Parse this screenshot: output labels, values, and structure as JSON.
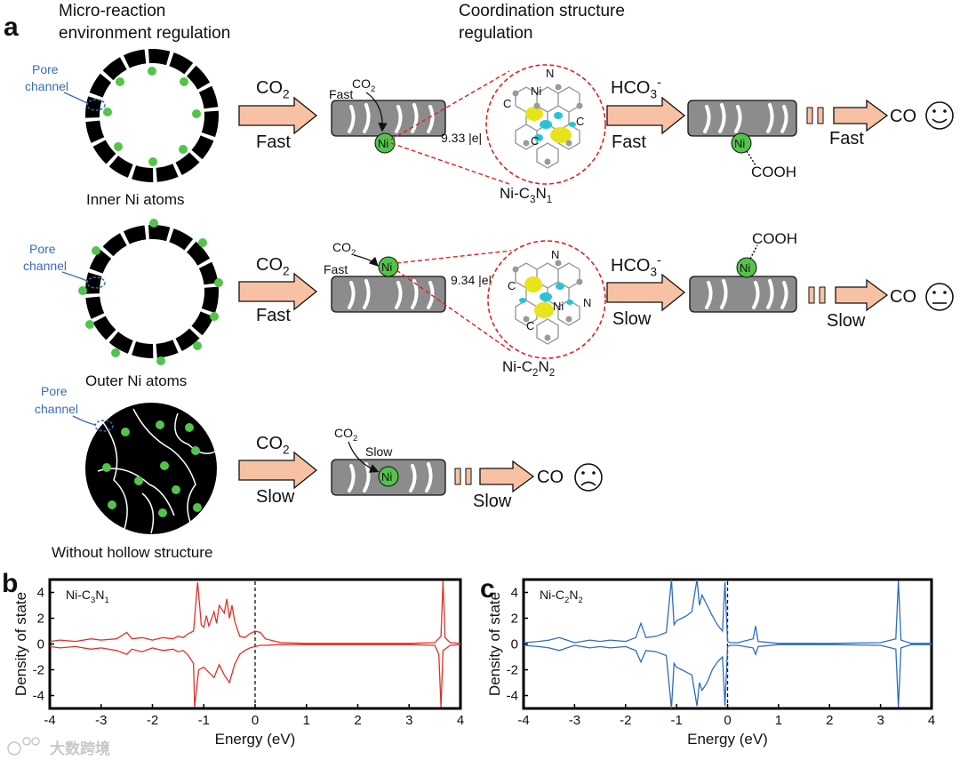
{
  "panel_a": {
    "label": "a",
    "header_left": [
      "Micro-reaction",
      "environment regulation"
    ],
    "header_right": [
      "Coordination structure",
      "regulation"
    ],
    "rows": [
      {
        "pore_label": [
          "Pore",
          "channel"
        ],
        "sphere_caption": "Inner Ni atoms",
        "arrow1_top": "CO2",
        "arrow1_bottom": "Fast",
        "rod_note_top": "CO2",
        "rod_note_side": "Fast",
        "ni_label": "Ni",
        "charge": "9.33 |e|",
        "structure_caption": "Ni-C3N1",
        "structure_atoms": [
          "N",
          "Ni",
          "C",
          "C",
          "C"
        ],
        "arrow2_top": "HCO3-",
        "arrow2_bottom": "Fast",
        "intermediate": "COOH",
        "arrow3_bottom": "Fast",
        "product": "CO",
        "face": "happy-face"
      },
      {
        "pore_label": [
          "Pore",
          "channel"
        ],
        "sphere_caption": "Outer Ni atoms",
        "arrow1_top": "CO2",
        "arrow1_bottom": "Fast",
        "rod_note_top": "CO2",
        "rod_note_side": "Fast",
        "ni_label": "Ni",
        "charge": "9.34 |e|",
        "structure_caption": "Ni-C2N2",
        "structure_atoms": [
          "N",
          "C",
          "Ni",
          "N",
          "C"
        ],
        "arrow2_top": "HCO3-",
        "arrow2_bottom": "Slow",
        "intermediate": "COOH",
        "arrow3_bottom": "Slow",
        "product": "CO",
        "face": "neutral-face"
      },
      {
        "pore_label": [
          "Pore",
          "channel"
        ],
        "sphere_caption": "Without hollow structure",
        "arrow1_top": "CO2",
        "arrow1_bottom": "Slow",
        "rod_note_top": "CO2",
        "rod_note_side": "Slow",
        "ni_label": "Ni",
        "arrow3_bottom": "Slow",
        "product": "CO",
        "face": "sad-face"
      }
    ]
  },
  "chart_data": [
    {
      "panel": "b",
      "type": "line",
      "legend": "Ni-C3N1",
      "xlabel": "Energy (eV)",
      "ylabel": "Density of state",
      "xlim": [
        -4,
        4
      ],
      "ylim": [
        -5,
        5
      ],
      "xticks": [
        -4,
        -3,
        -2,
        -1,
        0,
        1,
        2,
        3,
        4
      ],
      "yticks": [
        -4,
        -2,
        0,
        2,
        4
      ],
      "fermi_level": 0,
      "color": "#e0302a",
      "series": [
        {
          "x": [
            -4.0,
            -3.8,
            -3.5,
            -3.2,
            -3.0,
            -2.7,
            -2.5,
            -2.4,
            -2.2,
            -2.0,
            -1.8,
            -1.6,
            -1.5,
            -1.4,
            -1.3,
            -1.2,
            -1.12,
            -1.08,
            -1.05,
            -1.0,
            -0.95,
            -0.9,
            -0.8,
            -0.75,
            -0.7,
            -0.6,
            -0.55,
            -0.5,
            -0.45,
            -0.4,
            -0.3,
            -0.2,
            -0.1,
            0.0,
            0.1,
            0.2,
            0.5,
            1.0,
            2.0,
            3.0,
            3.5,
            3.62,
            3.66,
            3.7,
            3.8,
            4.0
          ],
          "y": [
            0.2,
            0.3,
            0.2,
            0.4,
            0.3,
            0.4,
            0.9,
            0.4,
            0.5,
            0.3,
            0.5,
            0.4,
            0.6,
            0.5,
            0.8,
            1.0,
            4.8,
            3.0,
            1.5,
            1.3,
            2.2,
            1.4,
            2.5,
            1.6,
            3.0,
            2.4,
            3.5,
            2.0,
            3.0,
            1.8,
            0.6,
            0.5,
            0.8,
            1.0,
            0.9,
            0.4,
            0.1,
            0.05,
            0.05,
            0.05,
            0.1,
            0.6,
            4.9,
            0.5,
            0.1,
            0.05
          ]
        },
        {
          "x": [
            -4.0,
            -3.8,
            -3.5,
            -3.2,
            -3.0,
            -2.7,
            -2.5,
            -2.4,
            -2.2,
            -2.0,
            -1.8,
            -1.6,
            -1.5,
            -1.4,
            -1.3,
            -1.2,
            -1.18,
            -1.1,
            -1.0,
            -0.9,
            -0.8,
            -0.7,
            -0.6,
            -0.5,
            -0.4,
            -0.3,
            -0.2,
            -0.1,
            0.0,
            0.1,
            0.2,
            0.5,
            1.0,
            2.0,
            3.0,
            3.5,
            3.58,
            3.62,
            3.66,
            3.8,
            4.0
          ],
          "y": [
            -0.2,
            -0.3,
            -0.2,
            -0.4,
            -0.3,
            -0.5,
            -0.8,
            -0.4,
            -0.6,
            -0.3,
            -0.5,
            -0.4,
            -0.6,
            -0.5,
            -0.9,
            -1.5,
            -4.9,
            -2.0,
            -1.8,
            -2.2,
            -2.6,
            -1.6,
            -2.4,
            -3.0,
            -1.6,
            -0.8,
            -0.5,
            -0.3,
            -0.2,
            -0.1,
            -0.1,
            -0.05,
            -0.05,
            -0.05,
            -0.05,
            -0.1,
            -0.8,
            -4.9,
            -0.5,
            -0.1,
            -0.05
          ]
        }
      ]
    },
    {
      "panel": "c",
      "type": "line",
      "legend": "Ni-C2N2",
      "xlabel": "Energy (eV)",
      "ylabel": "Density of state",
      "xlim": [
        -4,
        4
      ],
      "ylim": [
        -5,
        5
      ],
      "xticks": [
        -4,
        -3,
        -2,
        -1,
        0,
        1,
        2,
        3,
        4
      ],
      "yticks": [
        -4,
        -2,
        0,
        2,
        4
      ],
      "fermi_level": 0,
      "color": "#2f6cc0",
      "series": [
        {
          "x": [
            -4.0,
            -3.7,
            -3.5,
            -3.3,
            -3.0,
            -2.7,
            -2.5,
            -2.3,
            -2.0,
            -1.8,
            -1.7,
            -1.6,
            -1.4,
            -1.2,
            -1.1,
            -1.05,
            -1.0,
            -0.9,
            -0.8,
            -0.7,
            -0.6,
            -0.55,
            -0.5,
            -0.4,
            -0.3,
            -0.2,
            -0.1,
            -0.05,
            0.0,
            0.05,
            0.2,
            0.5,
            0.55,
            0.6,
            1.0,
            2.0,
            3.0,
            3.3,
            3.35,
            3.4,
            3.6,
            4.0
          ],
          "y": [
            0.1,
            0.2,
            0.3,
            0.5,
            0.1,
            0.3,
            0.2,
            0.3,
            0.2,
            0.5,
            1.6,
            0.5,
            0.6,
            0.9,
            5.0,
            1.5,
            1.8,
            2.0,
            2.2,
            2.5,
            5.0,
            3.0,
            3.8,
            3.0,
            2.2,
            1.5,
            1.0,
            4.8,
            0.2,
            0.1,
            0.1,
            0.4,
            1.4,
            0.2,
            0.05,
            0.05,
            0.1,
            0.4,
            4.9,
            0.3,
            0.05,
            0.05
          ]
        },
        {
          "x": [
            -4.0,
            -3.7,
            -3.5,
            -3.3,
            -3.0,
            -2.7,
            -2.5,
            -2.3,
            -2.0,
            -1.8,
            -1.7,
            -1.6,
            -1.4,
            -1.2,
            -1.1,
            -1.05,
            -1.0,
            -0.9,
            -0.8,
            -0.7,
            -0.6,
            -0.55,
            -0.5,
            -0.4,
            -0.3,
            -0.2,
            -0.1,
            -0.05,
            0.0,
            0.05,
            0.2,
            0.5,
            0.55,
            0.6,
            1.0,
            2.0,
            3.0,
            3.3,
            3.35,
            3.4,
            3.6,
            4.0
          ],
          "y": [
            -0.1,
            -0.2,
            -0.3,
            -0.5,
            -0.1,
            -0.3,
            -0.2,
            -0.3,
            -0.2,
            -0.5,
            -1.4,
            -0.5,
            -0.6,
            -0.9,
            -5.0,
            -1.5,
            -1.8,
            -2.0,
            -2.2,
            -2.4,
            -4.8,
            -3.0,
            -3.6,
            -3.0,
            -2.0,
            -1.4,
            -1.0,
            -4.8,
            -0.2,
            -0.1,
            -0.1,
            -0.3,
            -0.8,
            -0.2,
            -0.05,
            -0.05,
            -0.1,
            -0.4,
            -4.9,
            -0.3,
            -0.05,
            -0.05
          ]
        }
      ]
    }
  ],
  "watermark": "大数跨境",
  "colors": {
    "ni_green": "#52c44a",
    "arrow_fill": "#f7c2a4",
    "rod_fill": "#8c8c8c",
    "dashed_red": "#e02020",
    "pore_blue": "#3a6db3",
    "charge_cyan": "#27c4d8",
    "charge_yellow": "#e8e41a"
  }
}
